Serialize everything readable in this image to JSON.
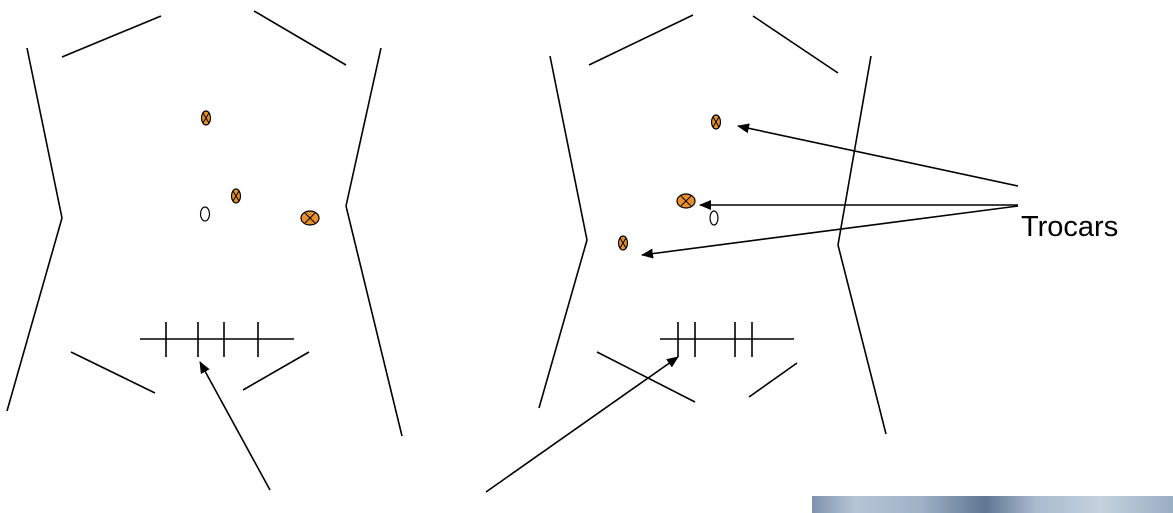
{
  "labels": {
    "trocars": "Trocars"
  },
  "colors": {
    "port_fill": "#e8902a",
    "line": "#000000",
    "photo_tint": "#8fa4bb"
  },
  "icons": {
    "trocar_port": "circle-with-x",
    "open_port": "open-oval",
    "incision": "hatched-line",
    "arrow": "arrowhead-line"
  }
}
